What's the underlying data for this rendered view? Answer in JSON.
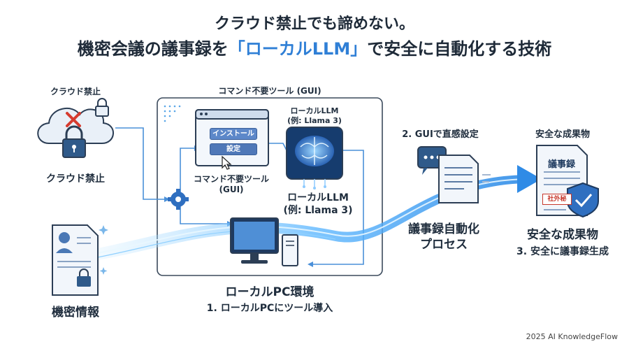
{
  "title": {
    "line1": "クラウド禁止でも諦めない。",
    "line2_pre": "機密会議の議事録を",
    "line2_hl": "「ローカルLLM」",
    "line2_post": "で安全に自動化する技術"
  },
  "cloud": {
    "label_top": "クラウド禁止",
    "label_bottom": "クラウド禁止"
  },
  "toolbox": {
    "title": "コマンド不要ツール (GUI)",
    "button_install": "インストール",
    "button_settings": "設定",
    "app_label_line1": "コマンド不要ツール",
    "app_label_line2": "(GUI)",
    "llm_top_line1": "ローカルLLM",
    "llm_top_line2": "(例: Llama 3)",
    "llm_bottom_line1": "ローカルLLM",
    "llm_bottom_line2": "(例: Llama 3)"
  },
  "local_pc": {
    "label": "ローカルPC環境",
    "step": "1. ローカルPCにツール導入"
  },
  "secret": {
    "label": "機密情報"
  },
  "process": {
    "step": "2. GUIで直感設定",
    "label_line1": "議事録自動化",
    "label_line2": "プロセス"
  },
  "result": {
    "label_top": "安全な成果物",
    "doc_title": "議事録",
    "stamp": "社外秘",
    "label_bottom": "安全な成果物",
    "step": "3. 安全に議事録生成"
  },
  "footer": "2025 AI KnowledgeFlow",
  "colors": {
    "accent": "#2f7fd6",
    "flow": "#6ec3ff",
    "dark": "#1e2a38"
  }
}
